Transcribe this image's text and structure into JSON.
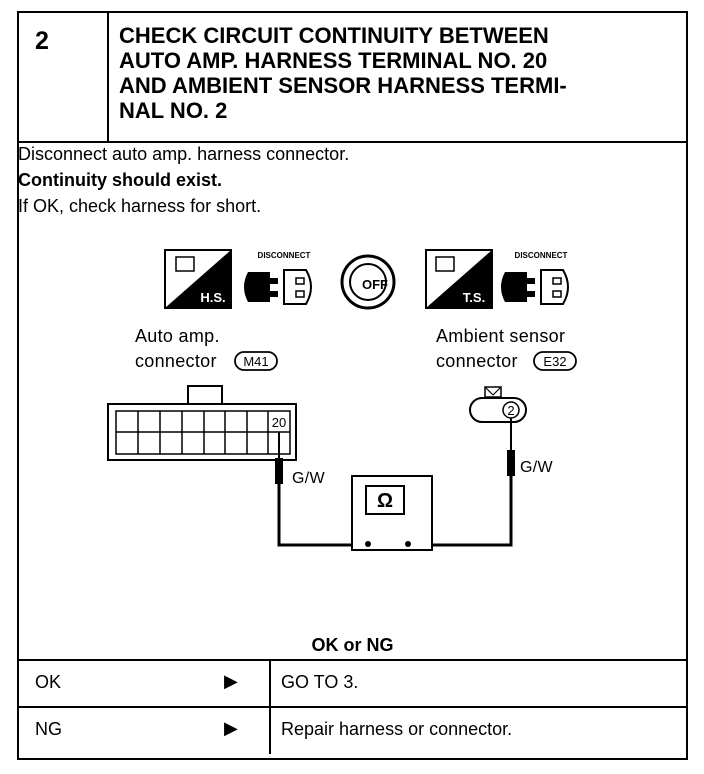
{
  "step": {
    "number": "2",
    "title_lines": [
      "CHECK CIRCUIT CONTINUITY BETWEEN",
      "AUTO AMP. HARNESS TERMINAL NO. 20",
      "AND AMBIENT SENSOR HARNESS TERMI-",
      "NAL NO. 2"
    ]
  },
  "instructions": {
    "line1": "Disconnect auto amp. harness connector.",
    "line2": "Continuity should exist.",
    "line3": "If OK, check harness for short."
  },
  "icons": {
    "hs_badge": "H.S.",
    "ts_badge": "T.S.",
    "disconnect_label": "DISCONNECT",
    "ignition_label": "OFF"
  },
  "diagram": {
    "auto_amp_label_1": "Auto amp.",
    "auto_amp_label_2": "connector",
    "auto_amp_connector_id": "M41",
    "ambient_label_1": "Ambient sensor",
    "ambient_label_2": "connector",
    "ambient_connector_id": "E32",
    "terminal_20": "20",
    "terminal_2": "2",
    "wire_color_left": "G/W",
    "wire_color_right": "G/W",
    "meter_symbol": "Ω"
  },
  "result": {
    "question": "OK or NG",
    "rows": [
      {
        "condition": "OK",
        "arrow": "▶",
        "action": "GO TO 3."
      },
      {
        "condition": "NG",
        "arrow": "▶",
        "action": "Repair harness or connector."
      }
    ]
  }
}
